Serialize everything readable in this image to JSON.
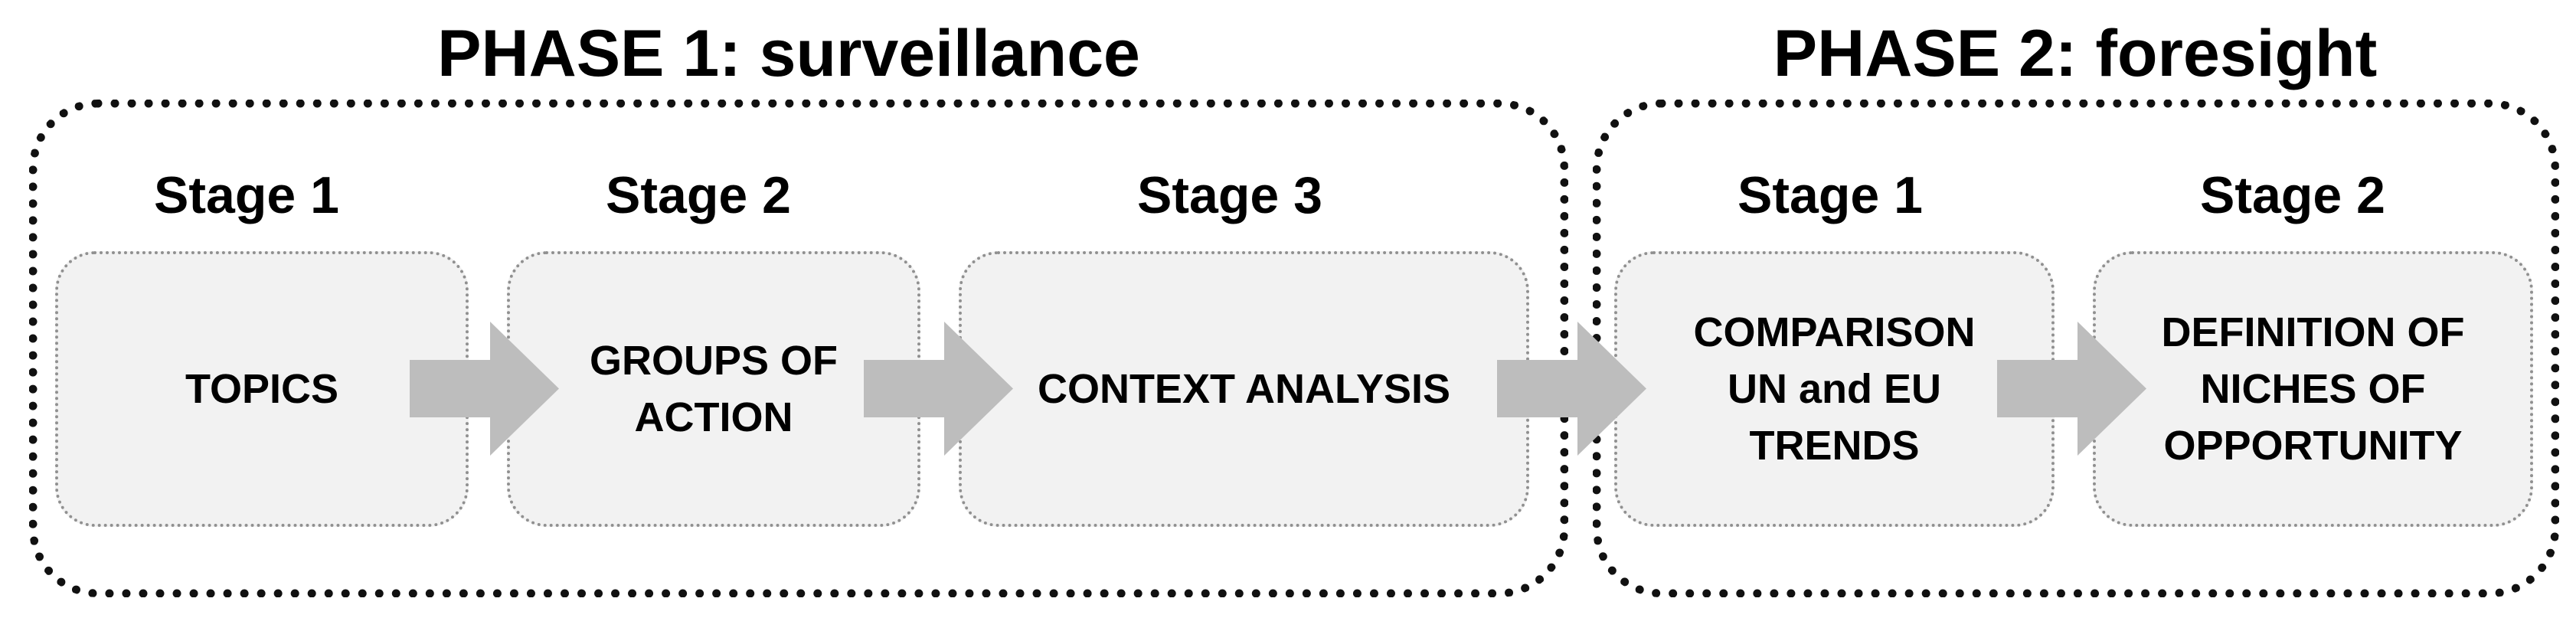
{
  "phase1": {
    "title": "PHASE 1: surveillance",
    "stages": [
      {
        "label": "Stage 1",
        "text": "TOPICS"
      },
      {
        "label": "Stage 2",
        "text": "GROUPS OF\nACTION"
      },
      {
        "label": "Stage 3",
        "text": "CONTEXT ANALYSIS"
      }
    ]
  },
  "phase2": {
    "title": "PHASE 2: foresight",
    "stages": [
      {
        "label": "Stage 1",
        "text": "COMPARISON\nUN and EU\nTRENDS"
      },
      {
        "label": "Stage 2",
        "text": "DEFINITION OF\nNICHES OF\nOPPORTUNITY"
      }
    ]
  },
  "colors": {
    "arrow": "#bdbdbd",
    "stage_fill": "#f2f2f2",
    "phase_border": "#111111"
  },
  "icons": {
    "arrow": "right-arrow-icon"
  }
}
